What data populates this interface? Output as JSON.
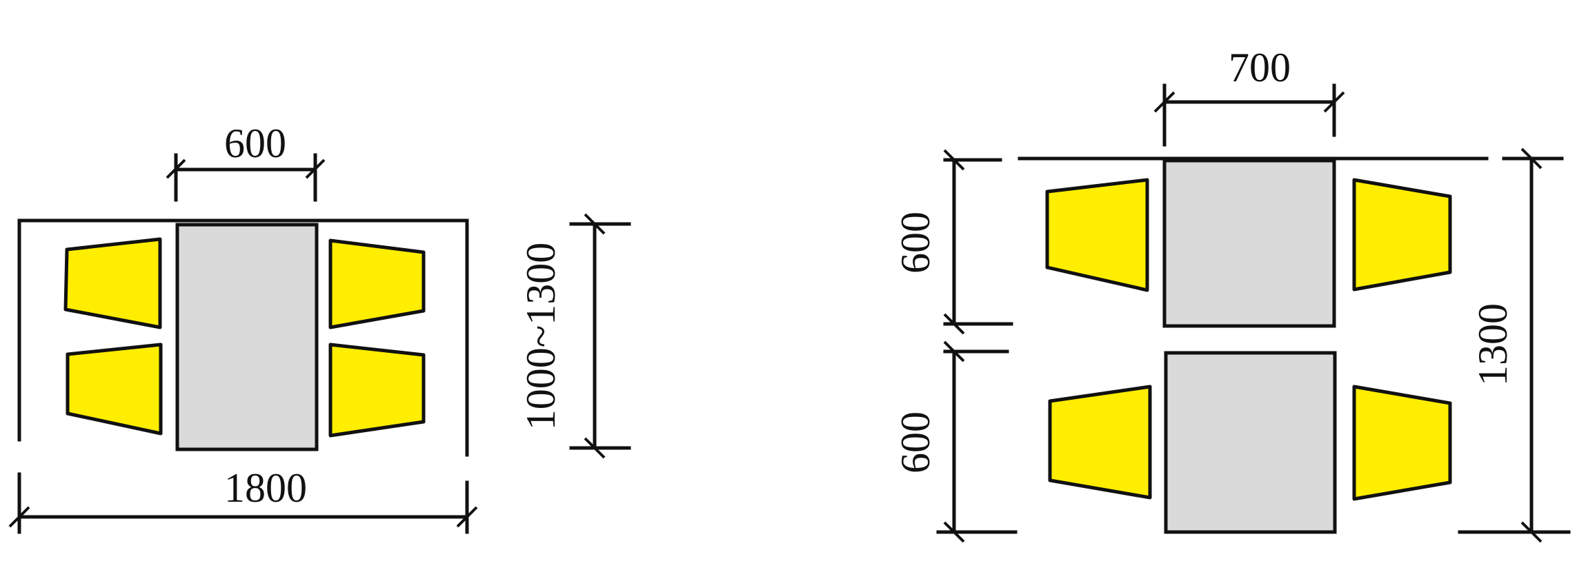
{
  "colors": {
    "seat": "#FFEE00",
    "table": "#DADADA",
    "line": "#111111"
  },
  "left_layout": {
    "table_width_label": "600",
    "overall_width_label": "1800",
    "depth_label": "1000~1300"
  },
  "right_layout": {
    "table_width_label": "700",
    "table1_depth_label": "600",
    "table2_depth_label": "600",
    "total_depth_label": "1300"
  }
}
